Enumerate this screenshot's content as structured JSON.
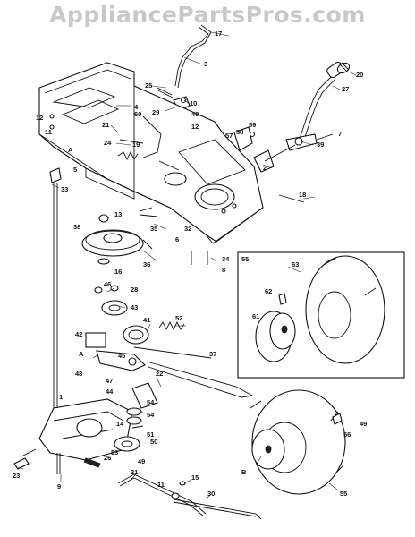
{
  "watermark": "AppliancePartsPros.com",
  "callouts": {
    "c17": "17",
    "c3": "3",
    "c25": "25",
    "c10": "10",
    "c40": "40",
    "c29": "29",
    "c12a": "12",
    "c60": "60",
    "c20": "20",
    "c27": "27",
    "c4": "4",
    "c21": "21",
    "c19": "19",
    "c24": "24",
    "c12b": "12",
    "c11a": "11",
    "c58": "58",
    "c59": "59",
    "c57": "57",
    "c39": "39",
    "c7": "7",
    "c2": "2",
    "cA1": "A",
    "c5": "5",
    "c33": "33",
    "c18": "18",
    "c13": "13",
    "c38": "38",
    "c35": "35",
    "c32": "32",
    "c6": "6",
    "c34": "34",
    "c8": "8",
    "c36": "36",
    "c16": "16",
    "c55a": "55",
    "c63": "63",
    "c62": "62",
    "c61": "61",
    "c46": "46",
    "c28": "28",
    "c43": "43",
    "c41": "41",
    "c52": "52",
    "c42": "42",
    "cA2": "A",
    "c45": "45",
    "c37": "37",
    "c48": "48",
    "c47": "47",
    "c44": "44",
    "c22": "22",
    "c1": "1",
    "c54a": "54",
    "c54b": "54",
    "c14": "14",
    "c51": "51",
    "c50": "50",
    "c53": "53",
    "c49a": "49",
    "c49b": "49",
    "c56": "56",
    "cB": "B",
    "c55b": "55",
    "c26": "26",
    "c23": "23",
    "c9": "9",
    "c31": "31",
    "c15": "15",
    "c11b": "11",
    "c30": "30"
  }
}
